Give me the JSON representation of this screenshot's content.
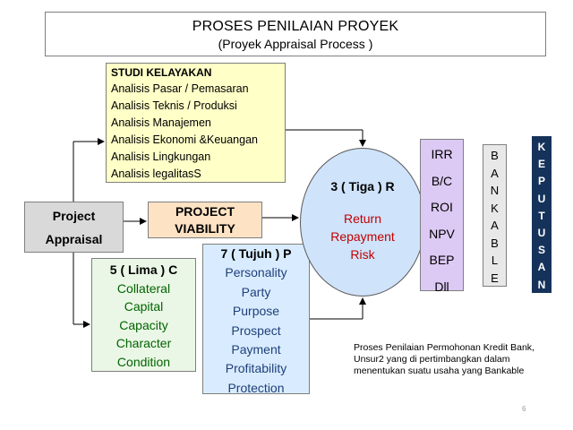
{
  "title": {
    "line1": "PROSES PENILAIAN PROYEK",
    "line2": "(Proyek Appraisal Process )"
  },
  "studi_kelayakan": {
    "heading": "STUDI KELAYAKAN",
    "items": [
      "Analisis Pasar / Pemasaran",
      "Analisis Teknis / Produksi",
      "Analisis Manajemen",
      "Analisis Ekonomi &Keuangan",
      "Analisis Lingkungan",
      "Analisis legalitasS"
    ]
  },
  "project_appraisal": {
    "line1": "Project",
    "line2": "Appraisal"
  },
  "project_viability": {
    "line1": "PROJECT",
    "line2": "VIABILITY"
  },
  "lima_c": {
    "heading": "5 ( Lima ) C",
    "items": [
      "Collateral",
      "Capital",
      "Capacity",
      "Character",
      "Condition"
    ]
  },
  "tujuh_p": {
    "heading": "7 ( Tujuh ) P",
    "items": [
      "Personality",
      "Party",
      "Purpose",
      "Prospect",
      "Payment",
      "Profitability",
      "Protection"
    ]
  },
  "tiga_r": {
    "heading": "3 ( Tiga ) R",
    "items": [
      "Return",
      "Repayment",
      "Risk"
    ]
  },
  "ratios": [
    "IRR",
    "B/C",
    "ROI",
    "NPV",
    "BEP",
    "Dll"
  ],
  "bankable": [
    "B",
    "A",
    "N",
    "K",
    "A",
    "B",
    "L",
    "E"
  ],
  "keputusan": [
    "K",
    "E",
    "P",
    "U",
    "T",
    "U",
    "S",
    "A",
    "N"
  ],
  "note": "Proses Penilaian Permohonan Kredit Bank, Unsur2 yang di pertimbangkan dalam menentukan suatu usaha yang Bankable",
  "page_number": "6"
}
